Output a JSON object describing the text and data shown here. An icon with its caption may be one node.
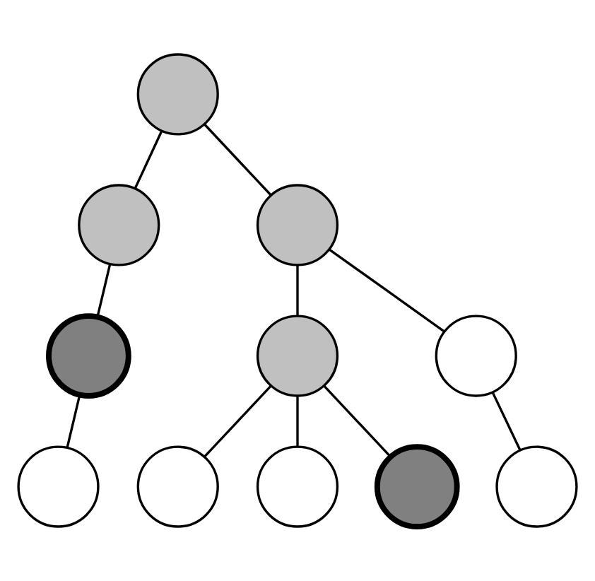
{
  "diagram": {
    "nodes": [
      {
        "text": [],
        "shape": "circle"
      },
      {
        "text": [],
        "shape": "circle"
      },
      {
        "text": [],
        "shape": "circle"
      },
      {
        "text": [],
        "shape": "circle"
      },
      {
        "text": [],
        "shape": "circle"
      },
      {
        "text": [],
        "shape": "circle"
      },
      {
        "text": [],
        "shape": "circle"
      },
      {
        "text": [],
        "shape": "circle"
      },
      {
        "text": [],
        "shape": "circle"
      },
      {
        "text": [],
        "shape": "circle"
      },
      {
        "text": [],
        "shape": "circle"
      }
    ],
    "edges": [
      {
        "from": 0,
        "to": 1,
        "arrow": "none"
      },
      {
        "from": 0,
        "to": 2,
        "arrow": "none"
      },
      {
        "from": 1,
        "to": 3,
        "arrow": "none"
      },
      {
        "from": 2,
        "to": 4,
        "arrow": "none"
      },
      {
        "from": 2,
        "to": 5,
        "arrow": "none"
      },
      {
        "from": 3,
        "to": 6,
        "arrow": "none"
      },
      {
        "from": 4,
        "to": 7,
        "arrow": "none"
      },
      {
        "from": 4,
        "to": 8,
        "arrow": "none"
      },
      {
        "from": 4,
        "to": 9,
        "arrow": "none"
      },
      {
        "from": 5,
        "to": 10,
        "arrow": "none"
      }
    ]
  }
}
